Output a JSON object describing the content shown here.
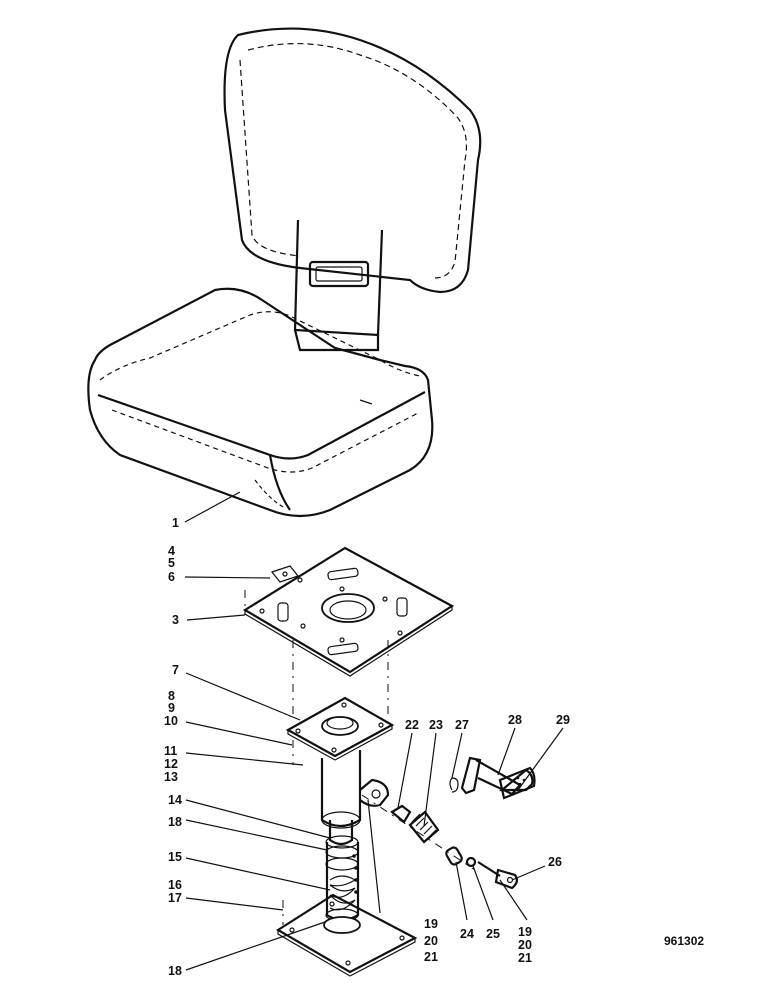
{
  "drawing_number": "961302",
  "callouts": [
    {
      "id": "c1",
      "text": "1"
    },
    {
      "id": "c4",
      "text": "4"
    },
    {
      "id": "c5",
      "text": "5"
    },
    {
      "id": "c6",
      "text": "6"
    },
    {
      "id": "c3",
      "text": "3"
    },
    {
      "id": "c7",
      "text": "7"
    },
    {
      "id": "c8",
      "text": "8"
    },
    {
      "id": "c9",
      "text": "9"
    },
    {
      "id": "c10",
      "text": "10"
    },
    {
      "id": "c11",
      "text": "11"
    },
    {
      "id": "c12",
      "text": "12"
    },
    {
      "id": "c13",
      "text": "13"
    },
    {
      "id": "c14",
      "text": "14"
    },
    {
      "id": "c18a",
      "text": "18"
    },
    {
      "id": "c15",
      "text": "15"
    },
    {
      "id": "c16",
      "text": "16"
    },
    {
      "id": "c17",
      "text": "17"
    },
    {
      "id": "c18b",
      "text": "18"
    },
    {
      "id": "c22",
      "text": "22"
    },
    {
      "id": "c23",
      "text": "23"
    },
    {
      "id": "c27",
      "text": "27"
    },
    {
      "id": "c28",
      "text": "28"
    },
    {
      "id": "c29",
      "text": "29"
    },
    {
      "id": "c26",
      "text": "26"
    },
    {
      "id": "c19a",
      "text": "19"
    },
    {
      "id": "c20a",
      "text": "20"
    },
    {
      "id": "c21a",
      "text": "21"
    },
    {
      "id": "c24",
      "text": "24"
    },
    {
      "id": "c25",
      "text": "25"
    },
    {
      "id": "c19b",
      "text": "19"
    },
    {
      "id": "c20b",
      "text": "20"
    },
    {
      "id": "c21b",
      "text": "21"
    }
  ]
}
